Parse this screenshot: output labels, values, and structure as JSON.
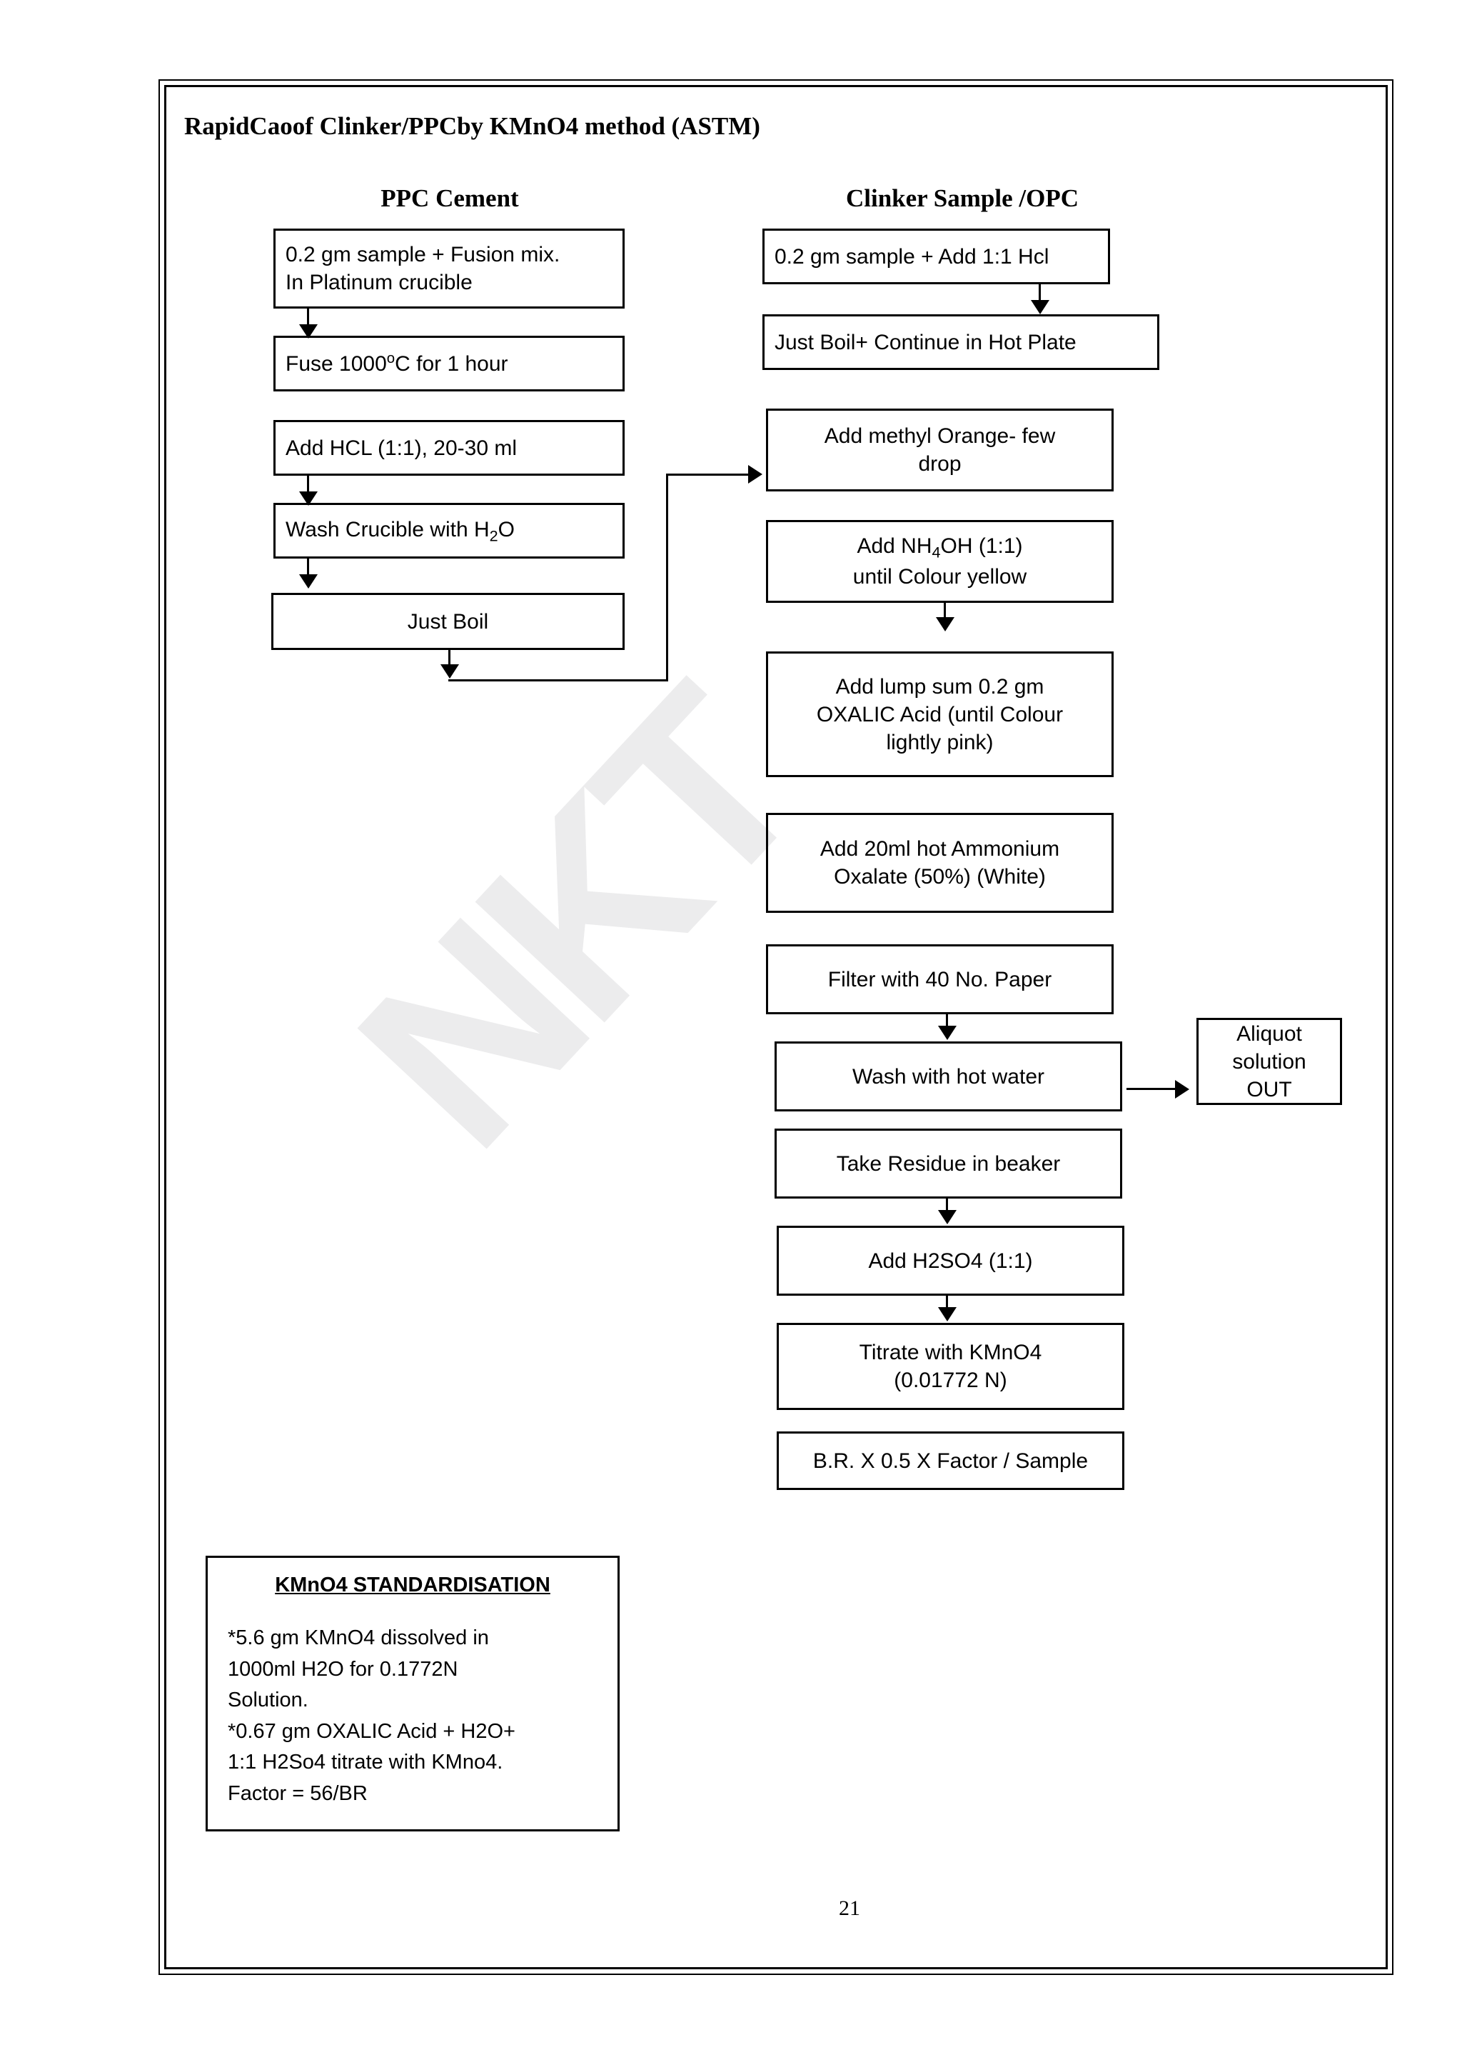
{
  "document": {
    "title": "RapidCaoof Clinker/PPCby KMnO4 method (ASTM)",
    "page_number": "21",
    "watermark": "NKT"
  },
  "columns": {
    "left_heading": "PPC Cement",
    "right_heading": "Clinker Sample /OPC"
  },
  "flow_left": [
    {
      "id": "ppc-1",
      "line1": "0.2 gm sample + Fusion mix.",
      "line2": "In Platinum crucible"
    },
    {
      "id": "ppc-2",
      "line1_pre": "Fuse 1000",
      "sup": "o",
      "line1_post": "C for 1 hour"
    },
    {
      "id": "ppc-3",
      "line1": "Add HCL (1:1), 20-30 ml"
    },
    {
      "id": "ppc-4",
      "line1_pre": "Wash Crucible with H",
      "sub": "2",
      "line1_post": "O"
    },
    {
      "id": "ppc-5",
      "line1": "Just Boil"
    }
  ],
  "flow_right": [
    {
      "id": "opc-1",
      "line1": "0.2 gm sample + Add 1:1 Hcl"
    },
    {
      "id": "opc-2",
      "line1": "Just Boil+ Continue in Hot Plate"
    },
    {
      "id": "opc-3",
      "line1": "Add methyl Orange- few",
      "line2": "drop"
    },
    {
      "id": "opc-4",
      "line1_pre": "Add NH",
      "sub": "4",
      "line1_post": "OH (1:1)",
      "line2": "until Colour yellow"
    },
    {
      "id": "opc-5",
      "line1": "Add lump sum 0.2 gm",
      "line2": "OXALIC Acid (until Colour",
      "line3": "lightly pink)"
    },
    {
      "id": "opc-6",
      "line1": "Add 20ml hot Ammonium",
      "line2": "Oxalate (50%) (White)"
    },
    {
      "id": "opc-7",
      "line1": "Filter with 40 No. Paper"
    },
    {
      "id": "opc-8",
      "line1": "Wash with hot water"
    },
    {
      "id": "opc-9",
      "line1": "Take Residue in beaker"
    },
    {
      "id": "opc-10",
      "line1": "Add H2SO4 (1:1)"
    },
    {
      "id": "opc-11",
      "line1": "Titrate with KMnO4",
      "line2": "(0.01772 N)"
    },
    {
      "id": "opc-12",
      "line1": "B.R. X 0.5 X Factor / Sample"
    }
  ],
  "side_box": {
    "line1": "Aliquot",
    "line2": "solution",
    "line3": "OUT"
  },
  "note": {
    "title": "KMnO4 STANDARDISATION",
    "line1": "*5.6 gm KMnO4 dissolved in",
    "line2": "1000ml H2O for 0.1772N",
    "line3": "Solution.",
    "line4": "*0.67 gm OXALIC Acid + H2O+",
    "line5": "1:1 H2So4 titrate with KMno4.",
    "line6": "Factor = 56/BR"
  },
  "colors": {
    "ink": "#000000",
    "paper": "#ffffff",
    "watermark": "#ececed"
  }
}
